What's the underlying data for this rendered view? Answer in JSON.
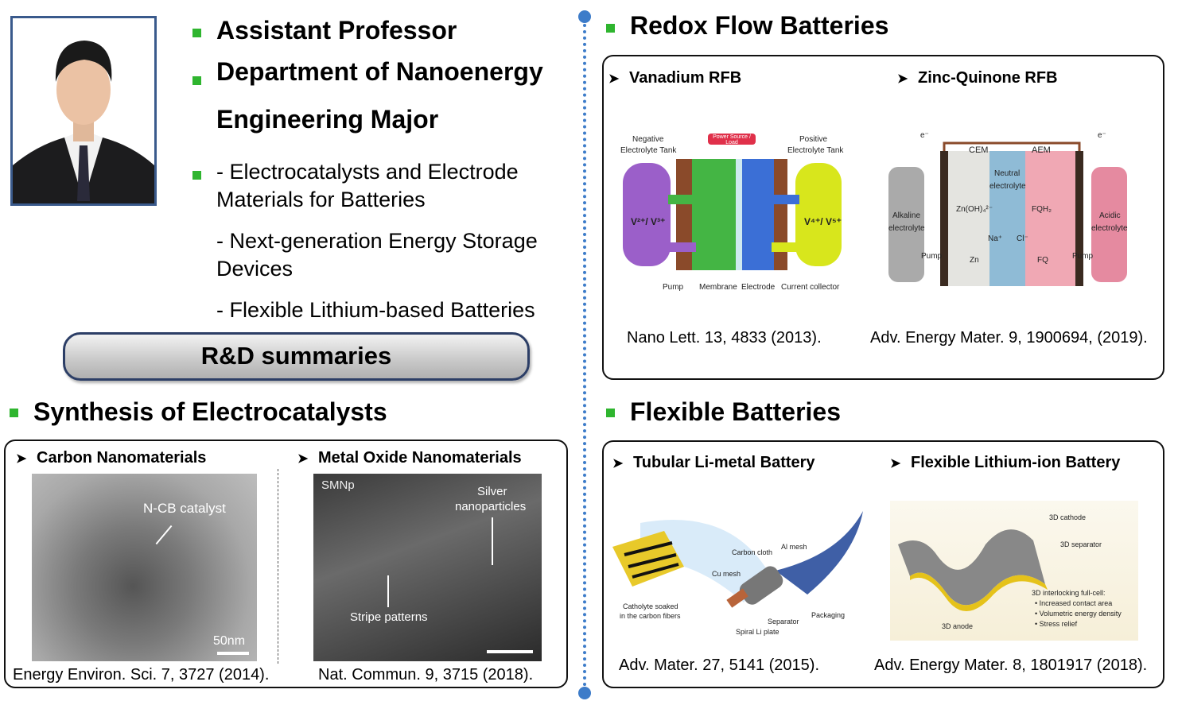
{
  "profile": {
    "title": "Assistant Professor",
    "department_line1": "Department of Nanoenergy",
    "department_line2": "Engineering Major",
    "research": [
      {
        "line1": "- Electrocatalysts and Electrode",
        "line2": "Materials for Batteries"
      },
      {
        "line1": "- Next-generation Energy Storage",
        "line2": "Devices"
      },
      {
        "line1": "- Flexible Lithium-based Batteries",
        "line2": ""
      }
    ]
  },
  "summary_button": "R&D summaries",
  "synthesis": {
    "heading": "Synthesis of Electrocatalysts",
    "left": {
      "title": "Carbon Nanomaterials",
      "image_label": "N-CB catalyst",
      "scale": "50nm",
      "citation": "Energy Environ. Sci. 7, 3727 (2014)."
    },
    "right": {
      "title": "Metal Oxide Nanomaterials",
      "corner": "SMNp",
      "label1": "Silver",
      "label2": "nanoparticles",
      "label3": "Stripe patterns",
      "citation": "Nat. Commun. 9, 3715 (2018)."
    }
  },
  "rfb": {
    "heading": "Redox Flow Batteries",
    "left": {
      "title": "Vanadium RFB",
      "labels": {
        "neg1": "Negative",
        "neg2": "Electrolyte Tank",
        "pos1": "Positive",
        "pos2": "Electrolyte Tank",
        "power": "Power Source / Load",
        "left_ion": "V²⁺/ V³⁺",
        "right_ion": "V⁴⁺/ V⁵⁺",
        "pump": "Pump",
        "membrane": "Membrane",
        "electrode": "Electrode",
        "collector": "Current collector"
      },
      "citation": "Nano Lett. 13, 4833 (2013)."
    },
    "right": {
      "title": "Zinc-Quinone RFB",
      "labels": {
        "e1": "e⁻",
        "e2": "e⁻",
        "cem": "CEM",
        "aem": "AEM",
        "neutral1": "Neutral",
        "neutral2": "electrolyte",
        "alk1": "Alkaline",
        "alk2": "electrolyte",
        "acid1": "Acidic",
        "acid2": "electrolyte",
        "zn_oh": "Zn(OH)₄²⁻",
        "fqh2": "FQH₂",
        "na": "Na⁺",
        "cl": "Cl⁻",
        "zn": "Zn",
        "fq": "FQ",
        "pump1": "Pump",
        "pump2": "Pump"
      },
      "citation": "Adv. Energy Mater. 9, 1900694, (2019)."
    }
  },
  "flex": {
    "heading": "Flexible Batteries",
    "left": {
      "title": "Tubular Li-metal Battery",
      "labels": {
        "catholyte1": "Catholyte soaked",
        "catholyte2": "in the carbon fibers",
        "carbon_cloth": "Carbon cloth",
        "al_mesh": "Al mesh",
        "cu_mesh": "Cu mesh",
        "separator": "Separator",
        "packaging": "Packaging",
        "spiral": "Spiral Li plate"
      },
      "citation": "Adv. Mater. 27, 5141 (2015)."
    },
    "right": {
      "title": "Flexible Lithium-ion Battery",
      "labels": {
        "cathode": "3D cathode",
        "separator": "3D separator",
        "interlock": "3D interlocking full-cell:",
        "b1": "Increased contact area",
        "b2": "Volumetric energy density",
        "b3": "Stress relief",
        "anode": "3D anode"
      },
      "citation": "Adv. Energy Mater. 8, 1801917 (2018)."
    }
  },
  "colors": {
    "bullet": "#2fb52f",
    "divider": "#3d7cc9",
    "frame": "#3a5a8c"
  }
}
